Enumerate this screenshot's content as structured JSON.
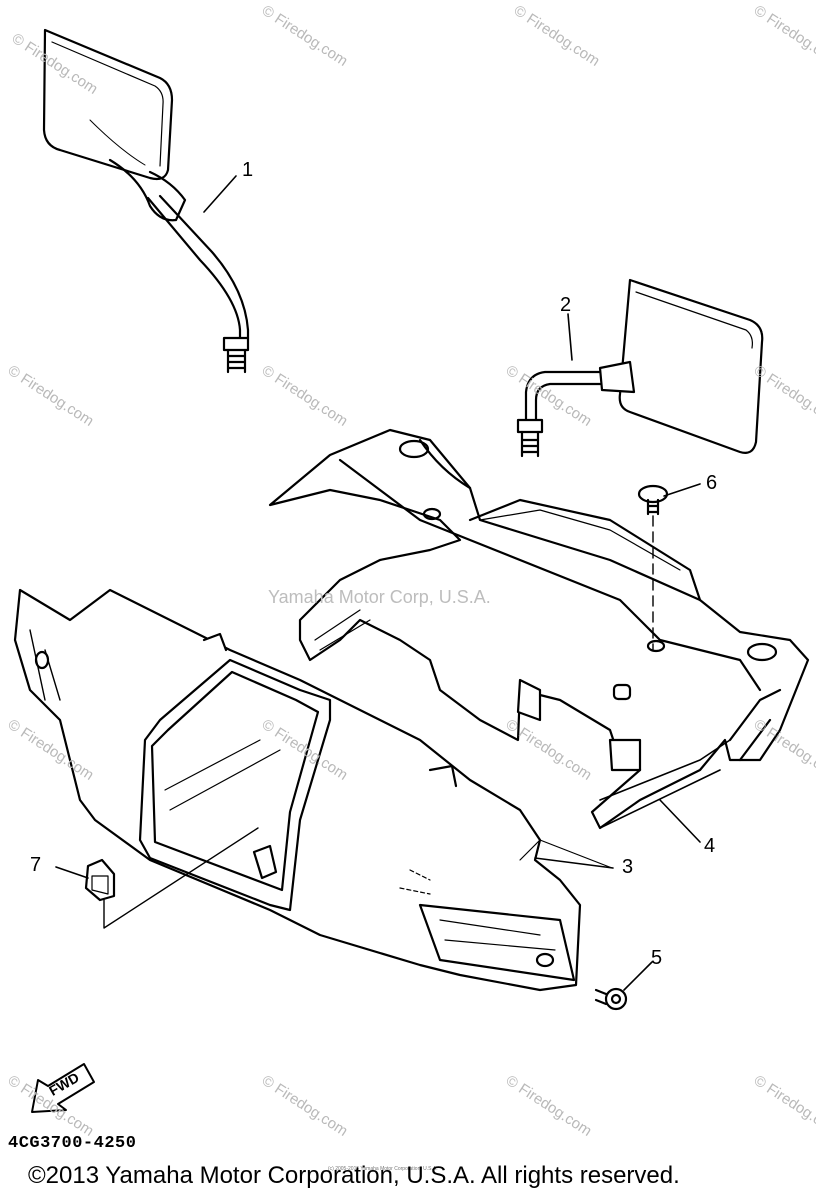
{
  "callouts": {
    "c1": "1",
    "c2": "2",
    "c3": "3",
    "c4": "4",
    "c5": "5",
    "c6": "6",
    "c7": "7"
  },
  "watermarks": {
    "small": "© Firedog.com",
    "center": "Yamaha Motor Corp, U.S.A."
  },
  "fwd_label": "FWD",
  "part_code": "4CG3700-4250",
  "copyright": "©2013 Yamaha Motor Corporation, U.S.A. All rights reserved.",
  "tiny_copyright": "(c) 2005-2015 Yamaha Motor Corporation, U.S.A."
}
